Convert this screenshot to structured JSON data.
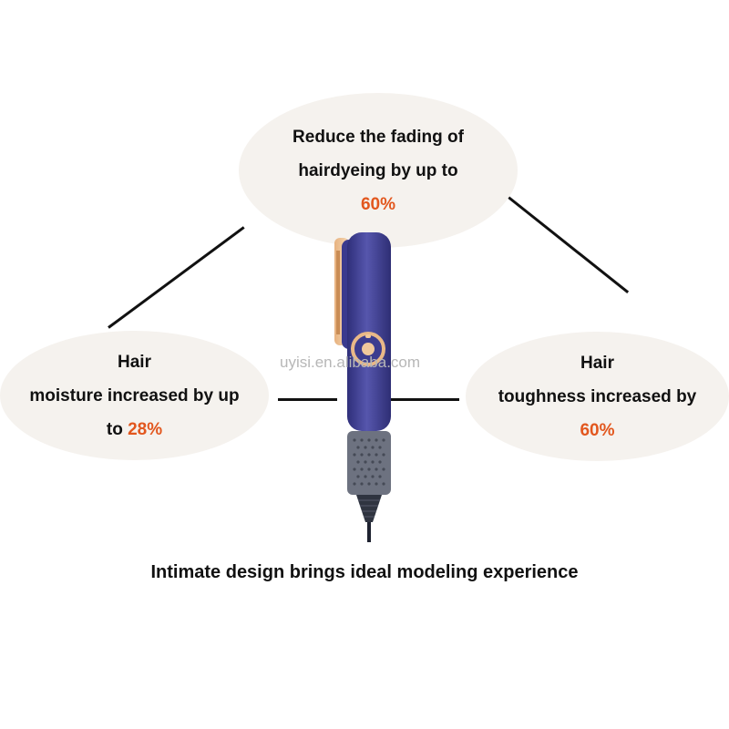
{
  "top_bubble": {
    "line1": "Reduce the fading of",
    "line2": "hairdyeing by up to",
    "value": "60%"
  },
  "left_bubble": {
    "line1": "Hair",
    "line2": "moisture increased by up",
    "prefix": "to ",
    "value": "28%"
  },
  "right_bubble": {
    "line1": "Hair",
    "line2": "toughness increased by",
    "value": "60%"
  },
  "watermark": "uyisi.en.alibaba.com",
  "tagline": "Intimate design brings ideal modeling experience",
  "colors": {
    "highlight": "#e2571e",
    "bubble_bg": "#f5f2ee",
    "device_body": "#4a4a9e",
    "device_accent": "#f2c79a"
  }
}
